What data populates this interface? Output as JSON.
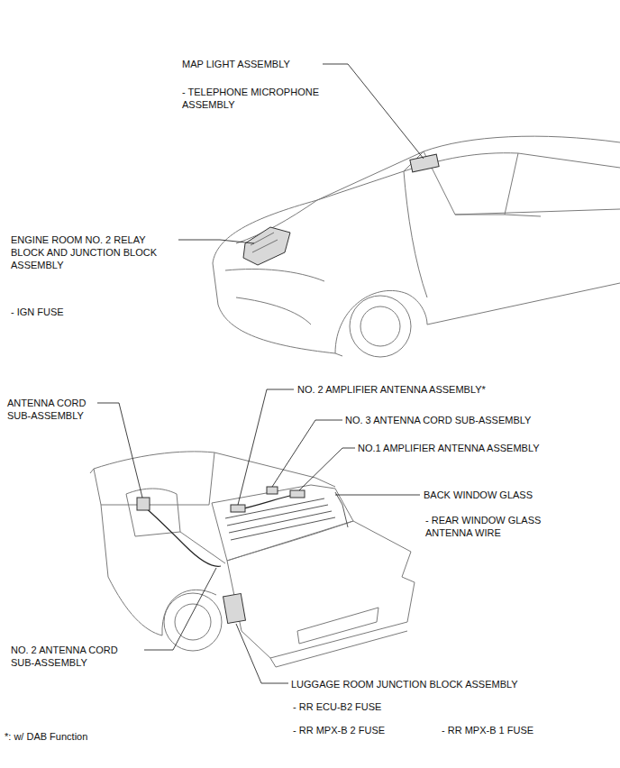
{
  "diagram": {
    "labels": [
      "MAP LIGHT ASSEMBLY",
      "- TELEPHONE MICROPHONE ASSEMBLY",
      "ENGINE ROOM NO. 2 RELAY BLOCK AND JUNCTION BLOCK ASSEMBLY",
      "- IGN FUSE",
      "ANTENNA CORD SUB-ASSEMBLY",
      "NO. 2 AMPLIFIER ANTENNA ASSEMBLY*",
      "NO. 3 ANTENNA CORD SUB-ASSEMBLY",
      "NO.1 AMPLIFIER ANTENNA ASSEMBLY",
      "BACK WINDOW GLASS",
      "- REAR WINDOW GLASS ANTENNA WIRE",
      "NO. 2 ANTENNA CORD SUB-ASSEMBLY",
      "LUGGAGE ROOM JUNCTION BLOCK ASSEMBLY",
      "- RR ECU-B2 FUSE",
      "- RR MPX-B 2 FUSE",
      "- RR MPX-B 1 FUSE",
      "*: w/ DAB Function"
    ]
  }
}
